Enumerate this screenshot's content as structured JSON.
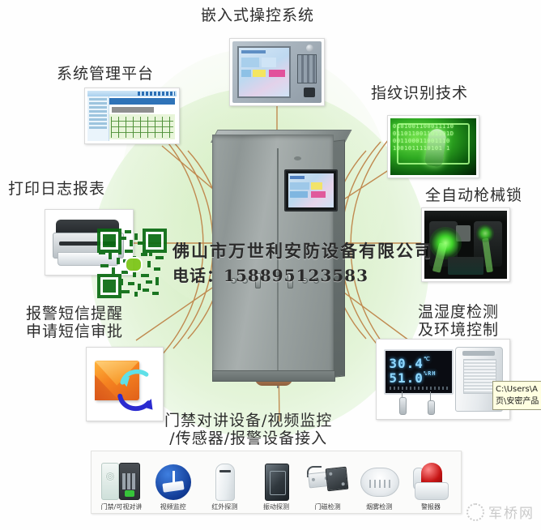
{
  "watermark": {
    "company": "佛山市万世利安防设备有限公司",
    "phone": "电话：158895123583",
    "bottom_right": "军桥网",
    "qr_label": "qr-code"
  },
  "tooltip": {
    "text": "C:\\Users\\A\n页\\安密产品"
  },
  "labels": {
    "embedded_control": "嵌入式操控系统",
    "management_platform": "系统管理平台",
    "print_log_report": "打印日志报表",
    "sms_alarm": "报警短信提醒\n申请短信审批",
    "fingerprint": "指纹识别技术",
    "auto_gun_lock": "全自动枪械锁",
    "temp_humidity": "温湿度检测\n及环境控制",
    "access_devices": "门禁对讲设备/视频监控\n/传感器/报警设备接入"
  },
  "temperature_display": {
    "temp_value": "30.4",
    "temp_unit": "℃",
    "humidity_value": "51.0",
    "humidity_unit": "%RH"
  },
  "fingerprint_matrix": "0101001100011110\n011011001101101D\n001100011001110\n1001011110101 1",
  "devices": [
    {
      "name": "door-access-intercom",
      "caption": "门禁/可视对讲"
    },
    {
      "name": "video-surveillance",
      "caption": "视频监控"
    },
    {
      "name": "infrared-detection",
      "caption": "红外探测"
    },
    {
      "name": "vibration-detection",
      "caption": "振动探测"
    },
    {
      "name": "door-magnet-detection",
      "caption": "门磁检测"
    },
    {
      "name": "smoke-detection",
      "caption": "烟雾检测"
    },
    {
      "name": "alarm-siren",
      "caption": "警报器"
    }
  ],
  "colors": {
    "halo_green": "#d4eec2",
    "wire_brown": "#c08a50",
    "cabinet_gray": "#99a1a0",
    "fingerprint_green": "#2faa22",
    "tooltip_yellow": "#ffffe1"
  }
}
